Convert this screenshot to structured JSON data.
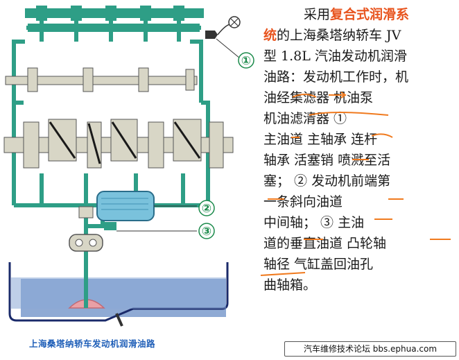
{
  "diagram": {
    "caption": "上海桑塔纳轿车发动机润滑油路",
    "callouts": [
      "①",
      "②",
      "③"
    ]
  },
  "text": {
    "lines": [
      {
        "pre": "采用",
        "hl": "复合式润滑系",
        "post": ""
      },
      {
        "pre": "",
        "hl": "统",
        "post": "的上海桑塔纳轿车 JV"
      },
      {
        "pre": "型 1.8L 汽油发动机润滑",
        "hl": "",
        "post": ""
      },
      {
        "pre": "油路：发动机工作时，机",
        "hl": "",
        "post": ""
      },
      {
        "pre": "油经集滤器    机油泵",
        "hl": "",
        "post": ""
      },
      {
        "pre": "   机油滤清器  ①",
        "hl": "",
        "post": ""
      },
      {
        "pre": "主油道   主轴承   连杆",
        "hl": "",
        "post": ""
      },
      {
        "pre": "轴承  活塞销  喷溅至活",
        "hl": "",
        "post": ""
      },
      {
        "pre": "塞；  ②   发动机前端第",
        "hl": "",
        "post": ""
      },
      {
        "pre": "一条斜向油道   ",
        "hl": "",
        "post": ""
      },
      {
        "pre": "    中间轴；  ③    主油",
        "hl": "",
        "post": ""
      },
      {
        "pre": "道的垂直油道   凸轮轴",
        "hl": "",
        "post": ""
      },
      {
        "pre": "轴径   气缸盖回油孔",
        "hl": "",
        "post": ""
      },
      {
        "pre": "曲轴箱。",
        "hl": "",
        "post": ""
      }
    ]
  },
  "footer": "汽车维修技术论坛 bbs.ephua.com",
  "colors": {
    "oil_path": "#2e9e86",
    "crank": "#d8d6c6",
    "filter": "#7ac2dc",
    "sump_oil": "#2a5fa0",
    "arrow": "#f07a1e",
    "highlight": "#e8541e"
  }
}
